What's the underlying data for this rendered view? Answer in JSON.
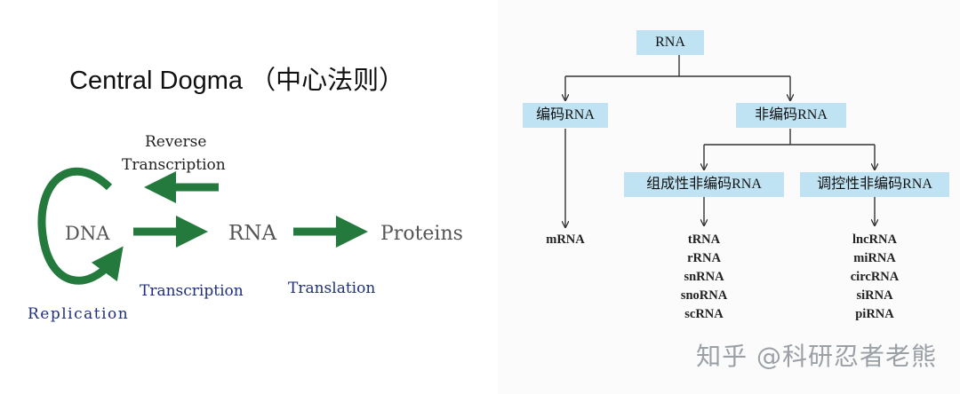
{
  "central_dogma": {
    "title": "Central Dogma （中心法则）",
    "dna": "DNA",
    "rna": "RNA",
    "proteins": "Proteins",
    "reverse_transcription_line1": "Reverse",
    "reverse_transcription_line2": "Transcription",
    "transcription": "Transcription",
    "translation": "Translation",
    "replication": "Replication",
    "colors": {
      "arrow": "#237a3c",
      "caption": "#1f2f7a",
      "text": "#555555"
    }
  },
  "rna_tree": {
    "root": "RNA",
    "coding": "编码RNA",
    "noncoding": "非编码RNA",
    "structural_noncoding": "组成性非编码RNA",
    "regulatory_noncoding": "调控性非编码RNA",
    "coding_leaves": [
      "mRNA"
    ],
    "structural_leaves": [
      "tRNA",
      "rRNA",
      "snRNA",
      "snoRNA",
      "scRNA"
    ],
    "regulatory_leaves": [
      "lncRNA",
      "miRNA",
      "circRNA",
      "siRNA",
      "piRNA"
    ],
    "colors": {
      "box": "#bfe3f3",
      "line": "#333333"
    }
  },
  "watermark": "知乎 @科研忍者老熊"
}
